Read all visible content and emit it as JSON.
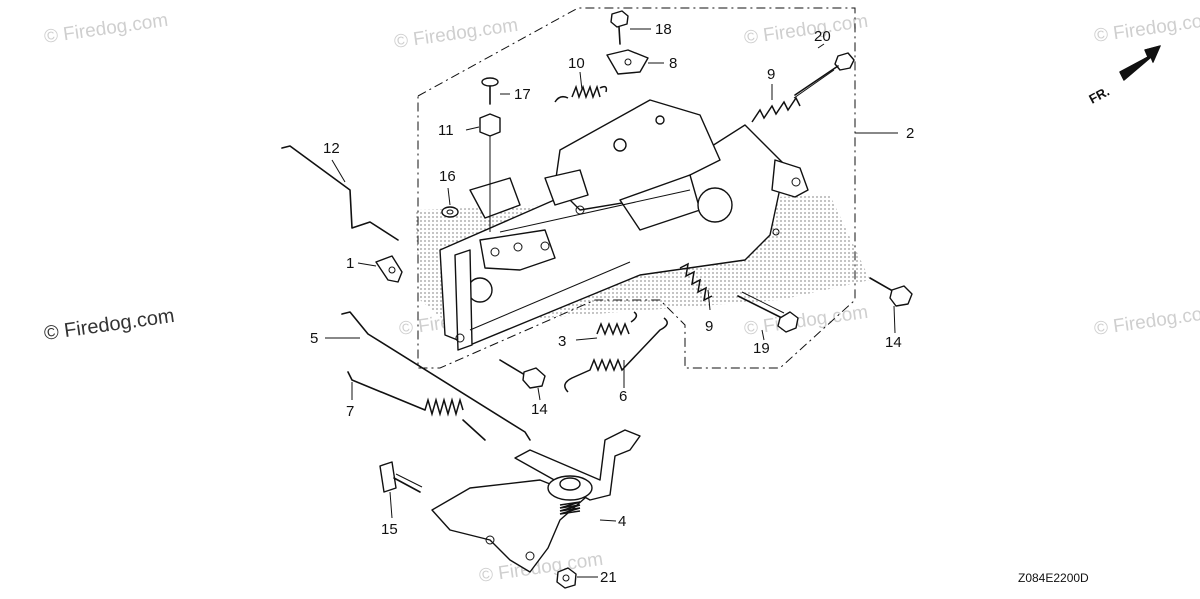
{
  "watermarks": [
    "© Firedog.com",
    "© Firedog.com",
    "© Firedog.com",
    "© Firedog.com",
    "© Firedog.com",
    "© Firedog.com",
    "© Firedog.com",
    "© Firedog.com",
    "© Firedog.com"
  ],
  "diagram_code": "Z084E2200D",
  "front_marker": "FR.",
  "callouts": {
    "c18": "18",
    "c8": "8",
    "c10": "10",
    "c20": "20",
    "c9a": "9",
    "c17": "17",
    "c11": "11",
    "c2": "2",
    "c12": "12",
    "c16": "16",
    "c1": "1",
    "c5": "5",
    "c3": "3",
    "c9b": "9",
    "c19": "19",
    "c14a": "14",
    "c14b": "14",
    "c6": "6",
    "c7": "7",
    "c4": "4",
    "c15": "15",
    "c21": "21"
  }
}
